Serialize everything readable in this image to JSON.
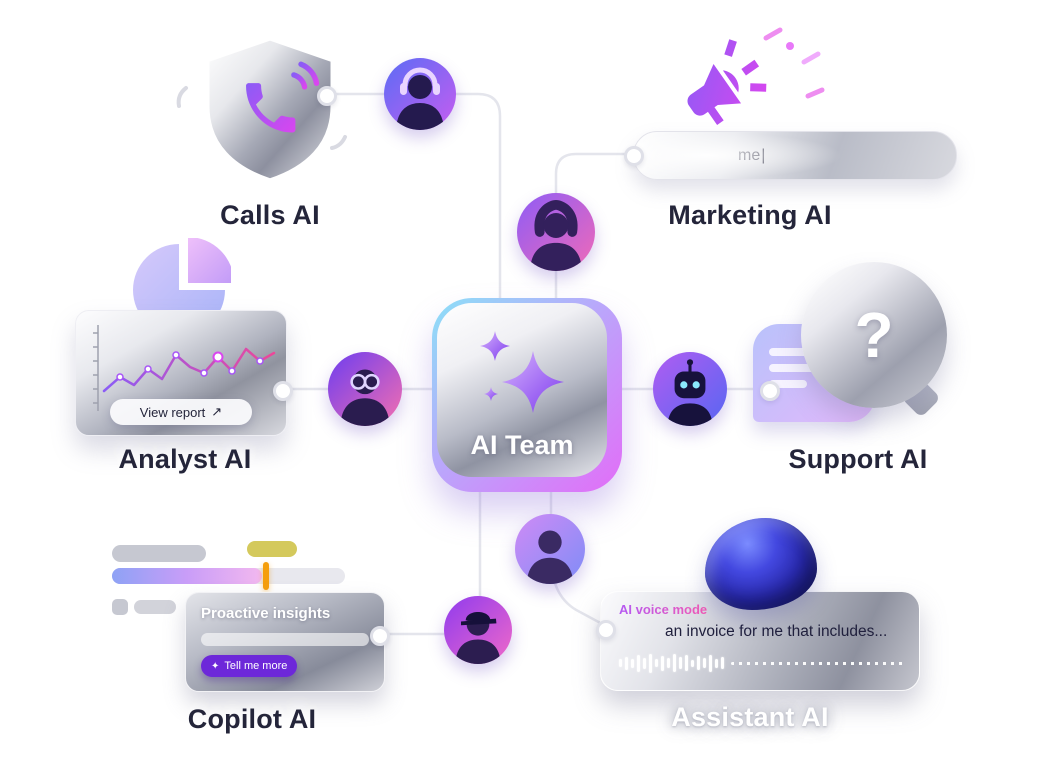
{
  "center": {
    "label": "AI Team"
  },
  "nodes": {
    "calls": {
      "label": "Calls AI"
    },
    "marketing": {
      "label": "Marketing AI",
      "input_value": "me",
      "input_cursor": "|"
    },
    "analyst": {
      "label": "Analyst AI",
      "report_button": "View report",
      "report_icon": "↗"
    },
    "support": {
      "label": "Support AI",
      "bubble_glyph": "?"
    },
    "copilot": {
      "label": "Copilot AI",
      "card_title": "Proactive insights",
      "cta_icon": "✦",
      "cta_label": "Tell me more"
    },
    "assistant": {
      "label": "Assistant AI",
      "mode_badge": "AI voice mode",
      "message": "an invoice for me that includes...",
      "waveform": [
        8,
        13,
        9,
        17,
        11,
        19,
        8,
        15,
        10,
        18,
        12,
        16,
        7,
        14,
        10,
        17,
        9,
        12
      ]
    }
  },
  "colors": {
    "accent_purple": "#8b5cf6",
    "accent_pink": "#ec4899",
    "accent_cyan": "#7dd3fc",
    "marker_orange": "#f59e0b",
    "blob_blue": "#2a2bb0",
    "line_gray": "#e4e5ec",
    "label_text": "#24253a",
    "cta_purple": "#6d28d9"
  }
}
